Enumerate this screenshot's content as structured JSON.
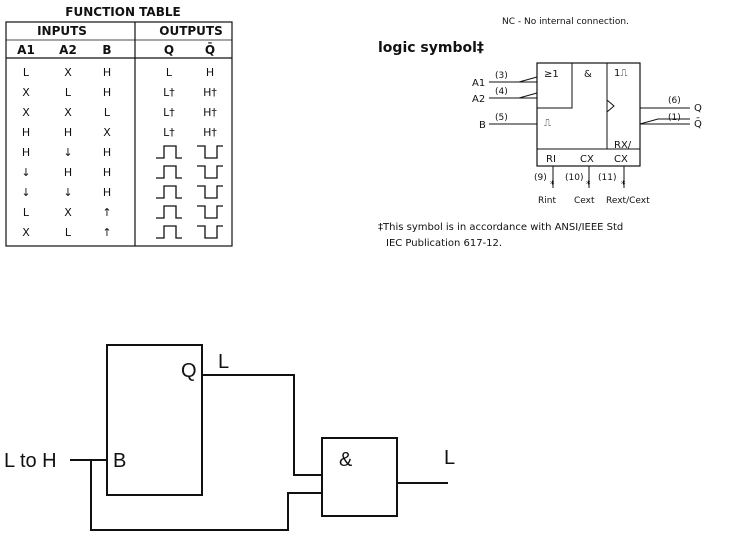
{
  "function_table": {
    "title": "FUNCTION TABLE",
    "inputs_header": "INPUTS",
    "outputs_header": "OUTPUTS",
    "columns": [
      "A1",
      "A2",
      "B",
      "Q",
      "Q̄"
    ],
    "rows": [
      [
        "L",
        "X",
        "H",
        "L",
        "H"
      ],
      [
        "X",
        "L",
        "H",
        "L†",
        "H†"
      ],
      [
        "X",
        "X",
        "L",
        "L†",
        "H†"
      ],
      [
        "H",
        "H",
        "X",
        "L†",
        "H†"
      ],
      [
        "H",
        "↓",
        "H",
        "pulse-high",
        "pulse-low"
      ],
      [
        "↓",
        "H",
        "H",
        "pulse-high",
        "pulse-low"
      ],
      [
        "↓",
        "↓",
        "H",
        "pulse-high",
        "pulse-low"
      ],
      [
        "L",
        "X",
        "↑",
        "pulse-high",
        "pulse-low"
      ],
      [
        "X",
        "L",
        "↑",
        "pulse-high",
        "pulse-low"
      ]
    ]
  },
  "nc_note": "NC - No internal connection.",
  "logic_symbol": {
    "title": "logic symbol‡",
    "inputs": [
      {
        "label": "A1",
        "pin": "(3)"
      },
      {
        "label": "A2",
        "pin": "(4)"
      },
      {
        "label": "B",
        "pin": "(5)"
      }
    ],
    "outputs": [
      {
        "label": "Q",
        "pin": "(6)"
      },
      {
        "label": "Q̄",
        "pin": "(1)"
      }
    ],
    "bottom_pins": [
      {
        "label": "Rint",
        "pin": "(9)"
      },
      {
        "label": "Cext",
        "pin": "(10)"
      },
      {
        "label": "Rext/Cext",
        "pin": "(11)"
      }
    ],
    "inner": {
      "ge1": "≥1",
      "and": "&",
      "mono": "1⎍",
      "schmitt": "⎍",
      "ri": "RI",
      "cx": "CX",
      "rxcx": "RX/\nCX"
    },
    "footnote_line1": "‡This symbol is in accordance with ANSI/IEEE Std",
    "footnote_line2": "IEC Publication 617-12."
  },
  "circuit": {
    "input_label": "L to H",
    "b_label": "B",
    "q_label": "Q",
    "q_value": "L",
    "gate_label": "&",
    "output_value": "L"
  }
}
